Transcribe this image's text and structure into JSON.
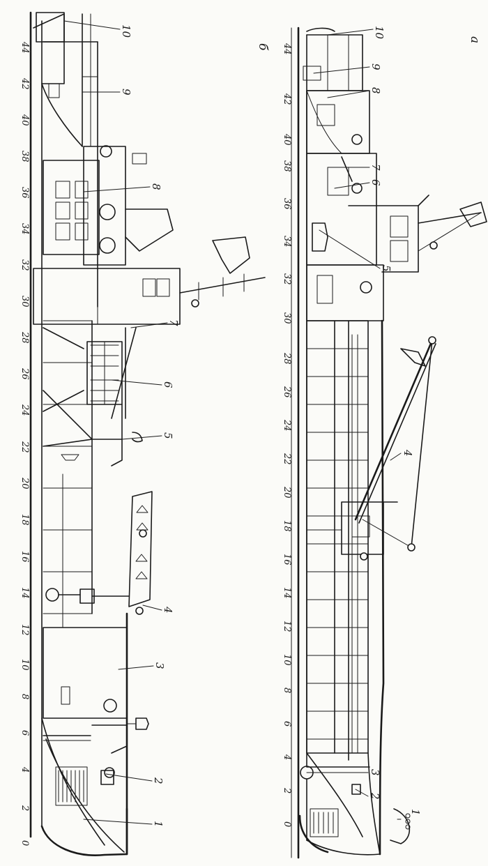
{
  "panels": {
    "left": {
      "letter": "б",
      "frame_ticks": [
        "0",
        "2",
        "4",
        "6",
        "8",
        "10",
        "12",
        "14",
        "16",
        "18",
        "20",
        "22",
        "24",
        "26",
        "28",
        "30",
        "32",
        "34",
        "36",
        "38",
        "40",
        "42",
        "44"
      ],
      "callouts": [
        "1",
        "2",
        "3",
        "4",
        "5",
        "6",
        "7",
        "8",
        "9",
        "10"
      ]
    },
    "right": {
      "letter": "а",
      "frame_ticks": [
        "0",
        "2",
        "4",
        "6",
        "8",
        "10",
        "12",
        "14",
        "16",
        "18",
        "20",
        "22",
        "24",
        "26",
        "28",
        "30",
        "32",
        "34",
        "36",
        "38",
        "40",
        "42",
        "44"
      ],
      "callouts": [
        "1",
        "2",
        "3",
        "4",
        "5",
        "6",
        "7",
        "8",
        "9",
        "10"
      ]
    }
  }
}
